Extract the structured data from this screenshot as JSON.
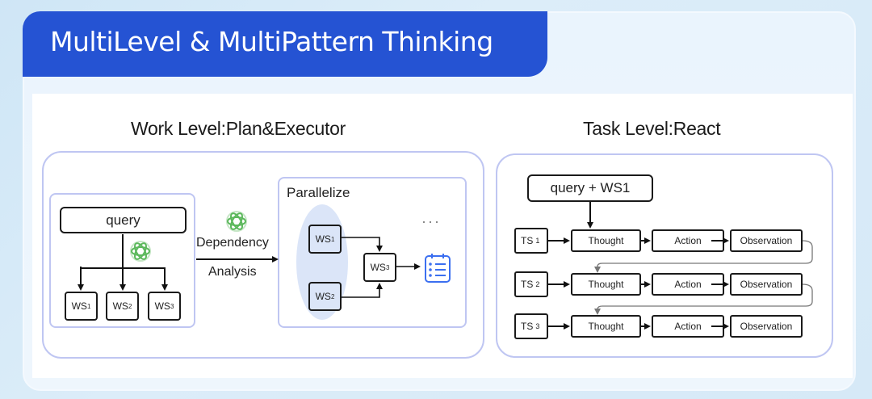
{
  "title": "MultiLevel & MultiPattern Thinking",
  "colors": {
    "title_bg": "#2553d3",
    "panel_border": "#bfc6f2",
    "gpt_green": "#5cb85c",
    "list_blue": "#3b6ff0"
  },
  "work_level": {
    "heading": "Work Level:Plan&Executor",
    "decompose": {
      "query": "query",
      "icon": "openai-logo-icon",
      "steps": [
        {
          "base": "WS",
          "sub": "1"
        },
        {
          "base": "WS",
          "sub": "2"
        },
        {
          "base": "WS",
          "sub": "3"
        }
      ]
    },
    "arrow_label_top": "Dependency",
    "arrow_label_bottom": "Analysis",
    "arrow_icon": "openai-logo-icon",
    "parallelize": {
      "heading": "Parallelize",
      "parallel_steps": [
        {
          "base": "WS",
          "sub": "1"
        },
        {
          "base": "WS",
          "sub": "2"
        }
      ],
      "merged_step": {
        "base": "WS",
        "sub": "3"
      },
      "ellipsis": "···",
      "result_icon": "checklist-icon"
    }
  },
  "task_level": {
    "heading": "Task Level:React",
    "query": "query + WS1",
    "rows": [
      {
        "ts": {
          "base": "TS",
          "sub": "1"
        },
        "steps": [
          "Thought",
          "Action",
          "Observation"
        ]
      },
      {
        "ts": {
          "base": "TS",
          "sub": "2"
        },
        "steps": [
          "Thought",
          "Action",
          "Observation"
        ]
      },
      {
        "ts": {
          "base": "TS",
          "sub": "3"
        },
        "steps": [
          "Thought",
          "Action",
          "Observation"
        ]
      }
    ]
  }
}
